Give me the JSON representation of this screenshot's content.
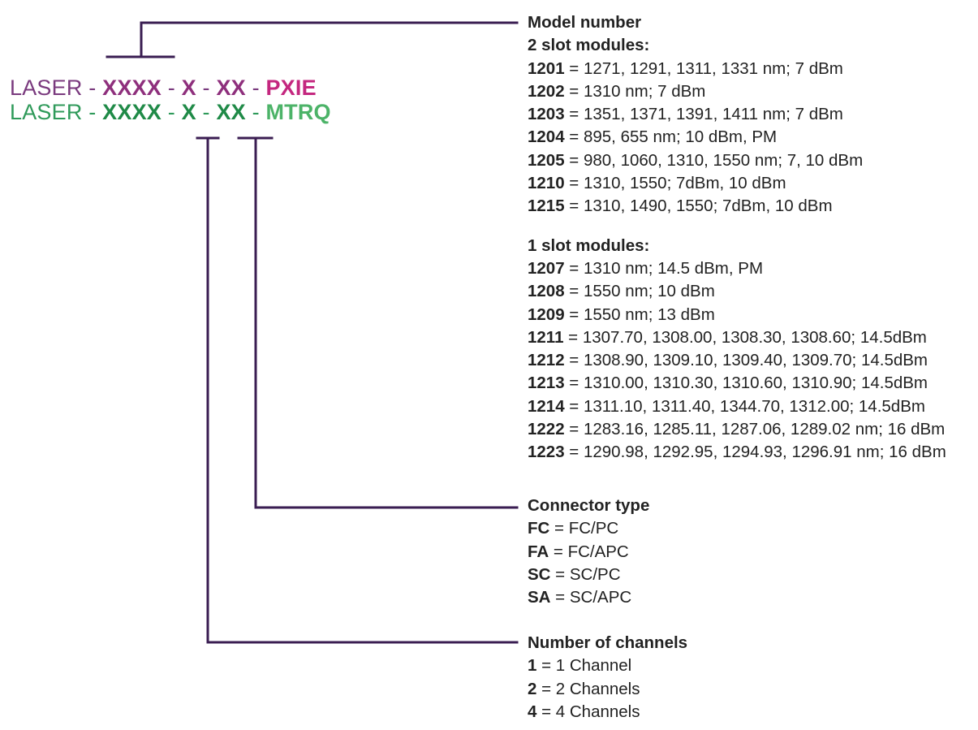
{
  "colors": {
    "line": "#3a1d52",
    "pxie_prefix": "#7a3a7e",
    "pxie_code": "#8e2f7c",
    "pxie_suffix": "#c4277f",
    "mtrq_prefix": "#2f9a5a",
    "mtrq_code": "#1f8a47",
    "mtrq_suffix": "#4cb368"
  },
  "codes": {
    "pxie": {
      "prefix": "LASER",
      "sep": "-",
      "model": "XXXX",
      "channels": "X",
      "connector": "XX",
      "suffix": "PXIE"
    },
    "mtrq": {
      "prefix": "LASER",
      "sep": "-",
      "model": "XXXX",
      "channels": "X",
      "connector": "XX",
      "suffix": "MTRQ"
    }
  },
  "model": {
    "title": "Model number",
    "two_slot": {
      "title": "2 slot modules:",
      "items": [
        {
          "code": "1201",
          "desc": " = 1271, 1291, 1311, 1331 nm; 7 dBm"
        },
        {
          "code": "1202",
          "desc": " = 1310 nm; 7 dBm"
        },
        {
          "code": "1203",
          "desc": " = 1351, 1371, 1391, 1411 nm; 7 dBm"
        },
        {
          "code": "1204",
          "desc": " = 895, 655 nm; 10 dBm, PM"
        },
        {
          "code": "1205",
          "desc": " = 980, 1060, 1310, 1550 nm; 7, 10 dBm"
        },
        {
          "code": "1210",
          "desc": " = 1310, 1550; 7dBm, 10 dBm"
        },
        {
          "code": "1215",
          "desc": " = 1310, 1490, 1550; 7dBm, 10 dBm"
        }
      ]
    },
    "one_slot": {
      "title": "1 slot modules:",
      "items": [
        {
          "code": "1207",
          "desc": " = 1310 nm; 14.5 dBm, PM"
        },
        {
          "code": "1208",
          "desc": " = 1550 nm; 10 dBm"
        },
        {
          "code": "1209",
          "desc": " = 1550 nm; 13 dBm"
        },
        {
          "code": "1211",
          "desc": " = 1307.70, 1308.00, 1308.30, 1308.60; 14.5dBm"
        },
        {
          "code": "1212",
          "desc": " = 1308.90, 1309.10, 1309.40, 1309.70; 14.5dBm"
        },
        {
          "code": "1213",
          "desc": " = 1310.00, 1310.30, 1310.60, 1310.90; 14.5dBm"
        },
        {
          "code": "1214",
          "desc": " = 1311.10, 1311.40, 1344.70, 1312.00; 14.5dBm"
        },
        {
          "code": "1222",
          "desc": " = 1283.16, 1285.11, 1287.06, 1289.02 nm; 16 dBm"
        },
        {
          "code": "1223",
          "desc": " = 1290.98, 1292.95, 1294.93, 1296.91 nm; 16 dBm"
        }
      ]
    }
  },
  "connector": {
    "title": "Connector type",
    "items": [
      {
        "code": "FC",
        "desc": " = FC/PC"
      },
      {
        "code": "FA",
        "desc": " = FC/APC"
      },
      {
        "code": "SC",
        "desc": " = SC/PC"
      },
      {
        "code": "SA",
        "desc": " = SC/APC"
      }
    ]
  },
  "channels": {
    "title": "Number of channels",
    "items": [
      {
        "code": "1",
        "desc": " = 1 Channel"
      },
      {
        "code": "2",
        "desc": " = 2 Channels"
      },
      {
        "code": "4",
        "desc": " = 4 Channels"
      }
    ]
  }
}
